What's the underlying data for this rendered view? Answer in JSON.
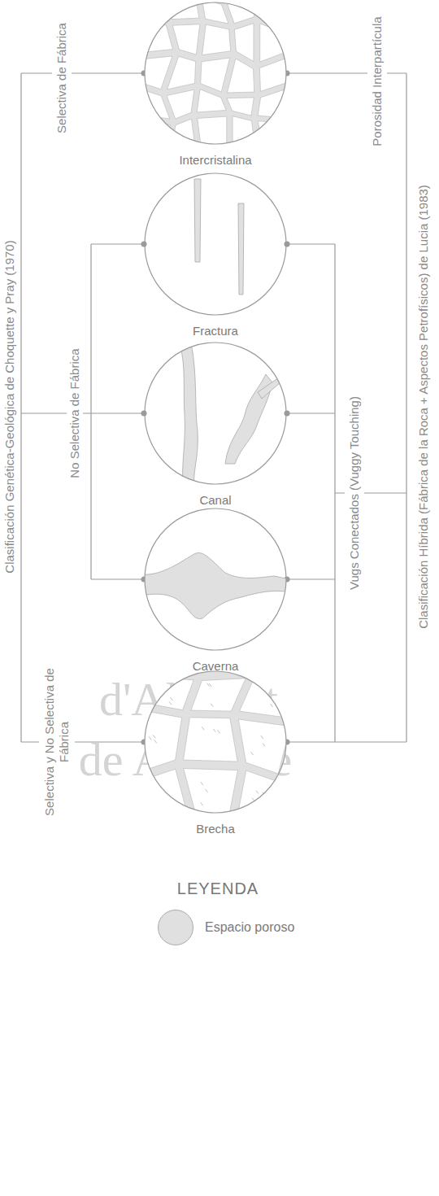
{
  "diagram": {
    "nodes": [
      {
        "text": [
          "Intercristalina"
        ]
      },
      {
        "text": [
          "Fractura"
        ]
      },
      {
        "text": [
          "Canal"
        ]
      },
      {
        "text": [
          "Caverna"
        ]
      },
      {
        "text": [
          "Brecha"
        ]
      }
    ],
    "labels": [
      "Clasificación Genética-Geológica de Choquette y Pray (1970)",
      "Selectiva de Fábrica",
      "No Selectiva de Fábrica",
      "Selectiva y No Selectiva de Fábrica",
      "Porosidad Interpartícula",
      "Vugs Conectados (Vuggy Touching)",
      "Clasificación Híbrida (Fábrica de la Roca + Aspectos Petrofísicos) de Lucia (1983)",
      "LEYENDA",
      "d'Alacant",
      "de Alicante"
    ],
    "legend": [
      {
        "text": "Espacio poroso",
        "color": "#e0e0e0"
      }
    ]
  }
}
